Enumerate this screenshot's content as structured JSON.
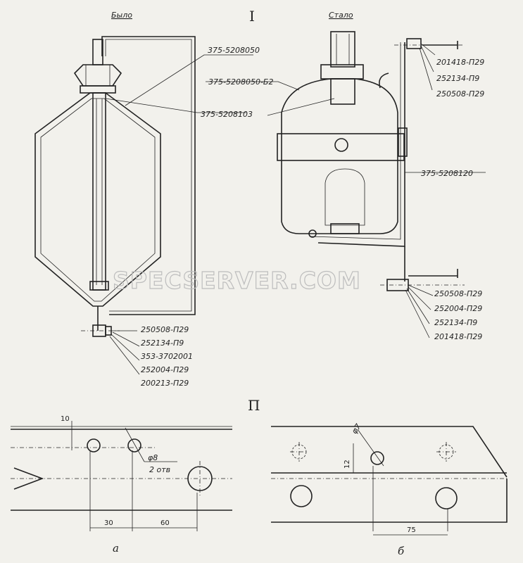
{
  "headings": {
    "section_1": "I",
    "section_2": "П",
    "was": "Было",
    "became": "Стало"
  },
  "left_part_labels": [
    "375-5208050",
    "375-5208103"
  ],
  "right_part_labels": [
    "375-5208050-Б2",
    "375-5208120"
  ],
  "right_top_fasteners": [
    "201418-П29",
    "252134-П9",
    "250508-П29"
  ],
  "right_bottom_fasteners": [
    "250508-П29",
    "252004-П29",
    "252134-П9",
    "201418-П29"
  ],
  "left_bottom_fasteners": [
    "250508-П29",
    "252134-П9",
    "353-3702001",
    "252004-П29",
    "200213-П29"
  ],
  "detail_a": {
    "caption": "а",
    "dims": [
      "10",
      "φ8",
      "2 отв",
      "30",
      "60"
    ]
  },
  "detail_b": {
    "caption": "б",
    "dims": [
      "φ7",
      "12",
      "75"
    ]
  },
  "watermark": "SPECSERVER.COM"
}
